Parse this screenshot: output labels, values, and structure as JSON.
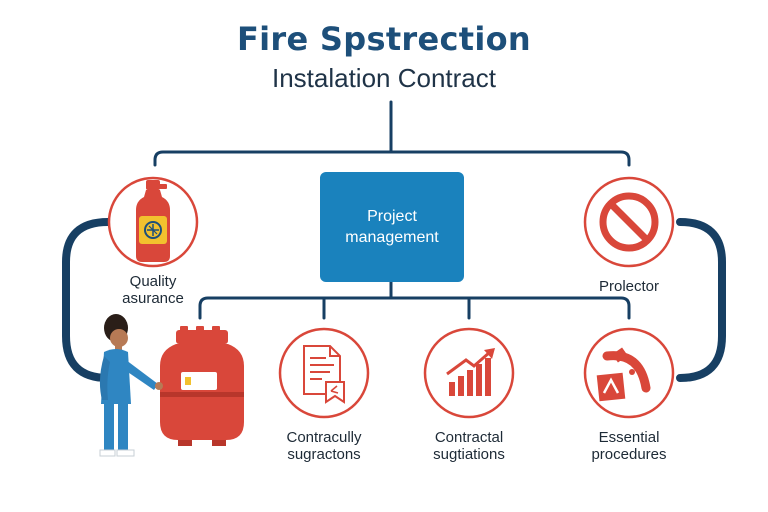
{
  "title": "Fire Spstrection",
  "subtitle": "Instalation Contract",
  "center": {
    "line1": "Project",
    "line2": "management"
  },
  "nodes": {
    "quality": {
      "line1": "Quality",
      "line2": "asurance",
      "icon": "fire-extinguisher-bottle-icon"
    },
    "protector": {
      "line1": "Prolector",
      "line2": "",
      "icon": "prohibited-sign-icon"
    },
    "contracts": {
      "line1": "Contracully",
      "line2": "sugractons",
      "icon": "contract-document-icon"
    },
    "negotiations": {
      "line1": "Contractal",
      "line2": "sugtiations",
      "icon": "growth-chart-icon"
    },
    "procedures": {
      "line1": "Essential",
      "line2": "procedures",
      "icon": "fire-alarm-icon"
    }
  },
  "colors": {
    "title": "#1d4f7a",
    "navy": "#173f63",
    "accent_blue": "#1a82bd",
    "red": "#d9473a",
    "yellow": "#f2c12e",
    "worker": "#2f86c2"
  }
}
